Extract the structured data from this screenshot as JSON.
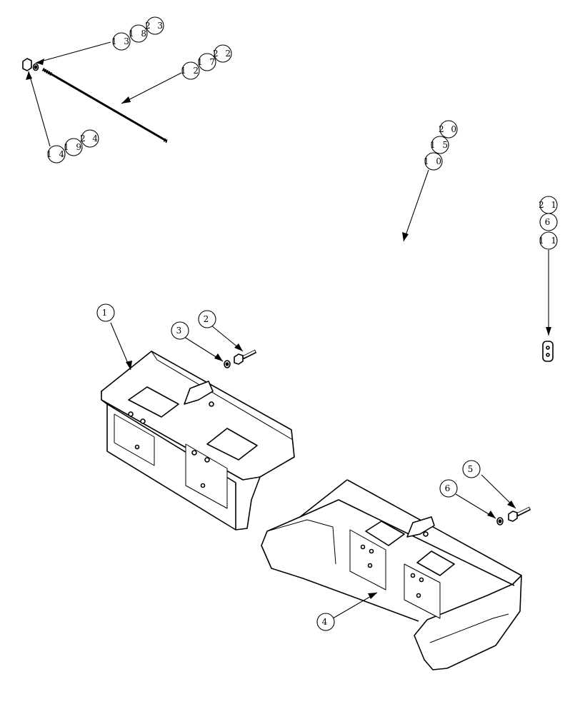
{
  "diagram": {
    "callouts": {
      "c1": "1",
      "c2": "2",
      "c3": "3",
      "c4": "4",
      "c5": "5",
      "c6": "6",
      "c6b": "6",
      "c10": "1 0",
      "c11": "1 1",
      "c12": "1 2",
      "c13": "1 3",
      "c14": "1 4",
      "c15": "1 5",
      "c17": "1 7",
      "c18": "1 8",
      "c19": "1 9",
      "c20": "2 0",
      "c21": "2 1",
      "c22": "2 2",
      "c23": "2 3",
      "c24": "2 4"
    },
    "colors": {
      "line": "#000000",
      "fill": "#ffffff"
    }
  }
}
